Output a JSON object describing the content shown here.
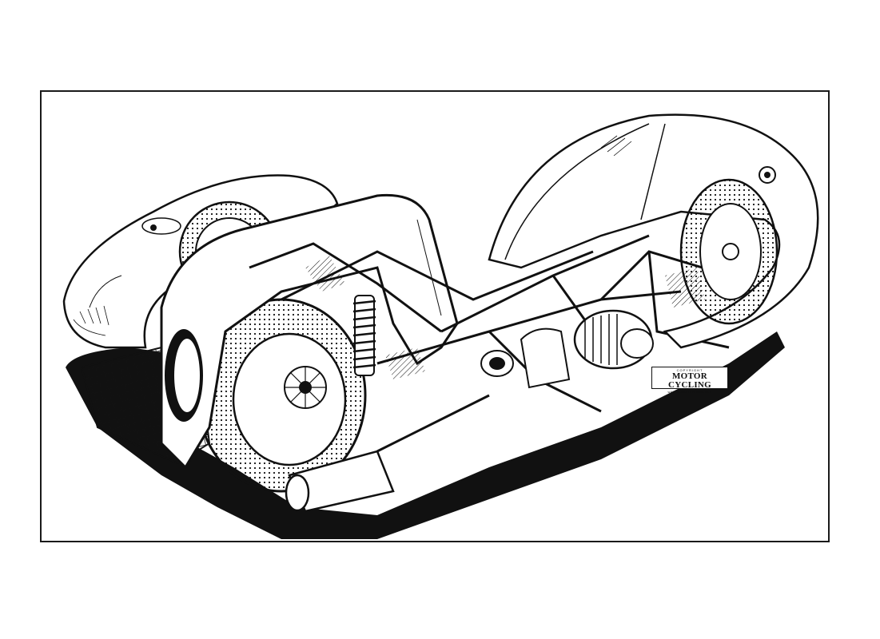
{
  "badge": {
    "copyright": "COPYRIGHT",
    "brand": "MOTOR CYCLING",
    "subtitle": "with SCOOTER WEEKLY"
  },
  "colors": {
    "ink": "#111111",
    "paper": "#ffffff"
  }
}
